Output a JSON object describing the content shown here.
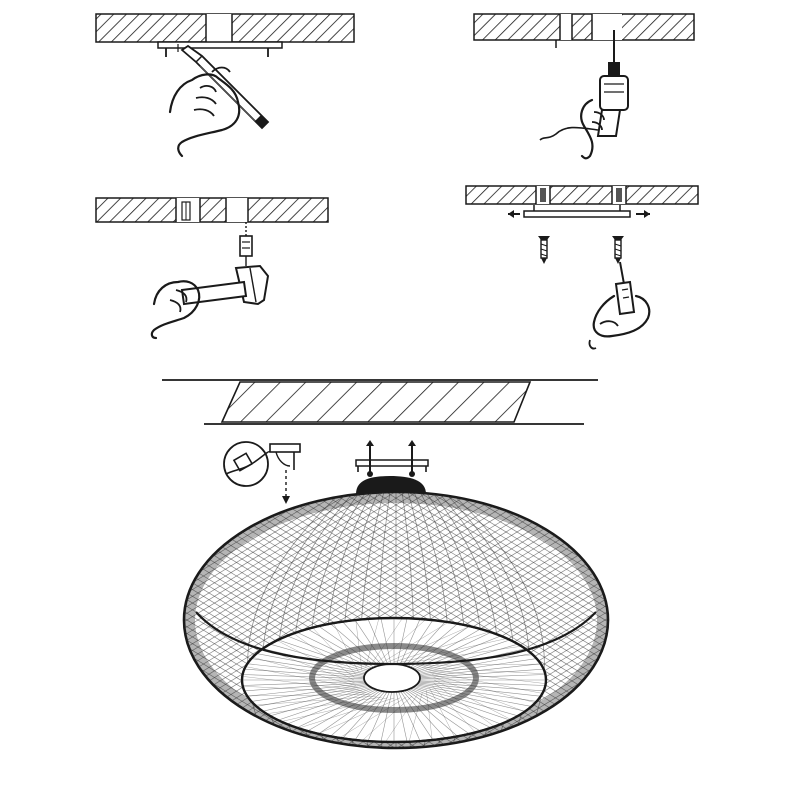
{
  "diagram": {
    "colors": {
      "ink": "#1a1a1a",
      "mid": "#555555",
      "paper": "#ffffff",
      "mesh": "#2a2a2a"
    },
    "steps": [
      {
        "id": 1,
        "action": "mark-holes",
        "icons": [
          "ceiling-section",
          "mounting-bracket",
          "pencil-icon",
          "hand-icon"
        ]
      },
      {
        "id": 2,
        "action": "drill-holes",
        "icons": [
          "ceiling-section",
          "drill-icon",
          "hand-icon"
        ]
      },
      {
        "id": 3,
        "action": "insert-wall-plugs",
        "icons": [
          "ceiling-section",
          "wall-plug",
          "hammer-icon",
          "hand-icon"
        ]
      },
      {
        "id": 4,
        "action": "fix-bracket-with-screws",
        "icons": [
          "ceiling-section",
          "mounting-bracket",
          "screw-icon",
          "screwdriver-icon",
          "hand-icon"
        ]
      },
      {
        "id": 5,
        "action": "wire-and-mount-lamp",
        "icons": [
          "ceiling-section",
          "terminal-connector",
          "mounting-bracket",
          "canopy",
          "pendant-shade"
        ]
      }
    ]
  }
}
